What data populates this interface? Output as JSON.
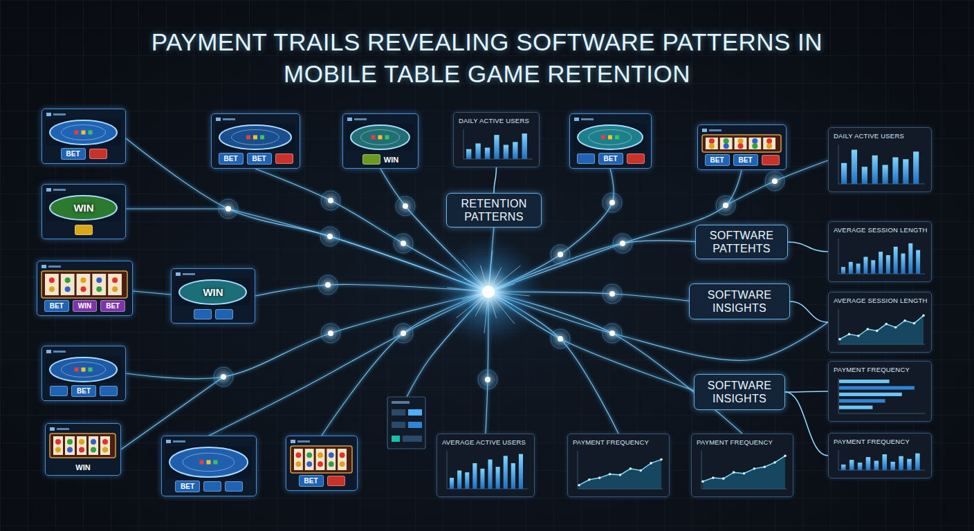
{
  "diagram": {
    "title": "PAYMENT TRAILS REVEALING SOFTWARE PATTERNS IN MOBILE TABLE GAME RETENTION",
    "nodes": [
      {
        "text": [
          "BET"
        ]
      },
      {
        "text": [
          "WIN"
        ]
      },
      {
        "text": [
          "BET",
          "WIN",
          "BET"
        ]
      },
      {
        "text": [
          "BET"
        ]
      },
      {
        "text": [
          "WIN"
        ]
      },
      {
        "text": [
          "BET",
          "BET"
        ]
      },
      {
        "text": [
          "WIN"
        ]
      },
      {
        "text": [
          "DAILY ACTIVE USERS"
        ]
      },
      {
        "text": [
          "BET"
        ]
      },
      {
        "text": [
          "BET",
          "BET"
        ]
      },
      {
        "text": [
          "DAILY ACTIVE USERS"
        ]
      },
      {
        "text": [
          "WIN"
        ]
      },
      {
        "text": [
          "RETENTION PATTERNS"
        ]
      },
      {
        "text": [
          "SOFTWARE PATTEHTS"
        ]
      },
      {
        "text": [
          "SOFTWARE INSIGHTS"
        ]
      },
      {
        "text": [
          "SOFTWARE INSIGHTS"
        ]
      },
      {
        "text": [
          "AVERAGE SESSION LENGTH"
        ]
      },
      {
        "text": [
          "AVERAGE SESSION LENGTH"
        ]
      },
      {
        "text": [
          "PAYMENT FREQUENCY"
        ]
      },
      {
        "text": [
          "PAYMENT FREQUENCY"
        ]
      },
      {
        "text": [
          "BET"
        ]
      },
      {
        "text": [
          "BET"
        ]
      },
      {
        "text": [
          "AVERAGE ACTIVE USERS"
        ]
      },
      {
        "text": [
          "PAYMENT FREQUENCY"
        ]
      },
      {
        "text": [
          "PAYMENT FREQUENCY"
        ]
      }
    ],
    "edges": [
      {
        "from": 12,
        "to": 7,
        "arrow": "none"
      },
      {
        "from": 13,
        "to": 16,
        "arrow": "none"
      },
      {
        "from": 14,
        "to": 17,
        "arrow": "none"
      },
      {
        "from": 15,
        "to": 18,
        "arrow": "none"
      },
      {
        "from": 15,
        "to": 19,
        "arrow": "none"
      }
    ]
  }
}
